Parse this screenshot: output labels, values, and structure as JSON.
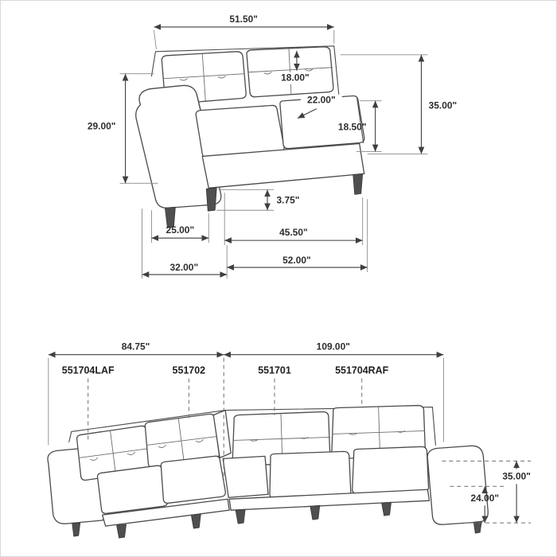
{
  "page": {
    "background": "#ffffff",
    "border_color": "#d9d9d9",
    "line_color": "#4a4a4a"
  },
  "top_diagram": {
    "dims": {
      "back_width": "51.50\"",
      "cushion_height": "18.00\"",
      "seat_depth": "22.00\"",
      "side_height": "29.00\"",
      "overall_height": "35.00\"",
      "seat_height": "18.50\"",
      "leg_height": "3.75\"",
      "front_left_width": "25.00\"",
      "seat_width": "45.50\"",
      "side_depth": "32.00\"",
      "overall_width": "52.00\""
    }
  },
  "bottom_diagram": {
    "dims": {
      "left_width": "84.75\"",
      "right_width": "109.00\"",
      "overall_height": "35.00\"",
      "arm_height": "24.00\""
    },
    "part_labels": [
      "551704LAF",
      "551702",
      "551701",
      "551704RAF"
    ]
  }
}
